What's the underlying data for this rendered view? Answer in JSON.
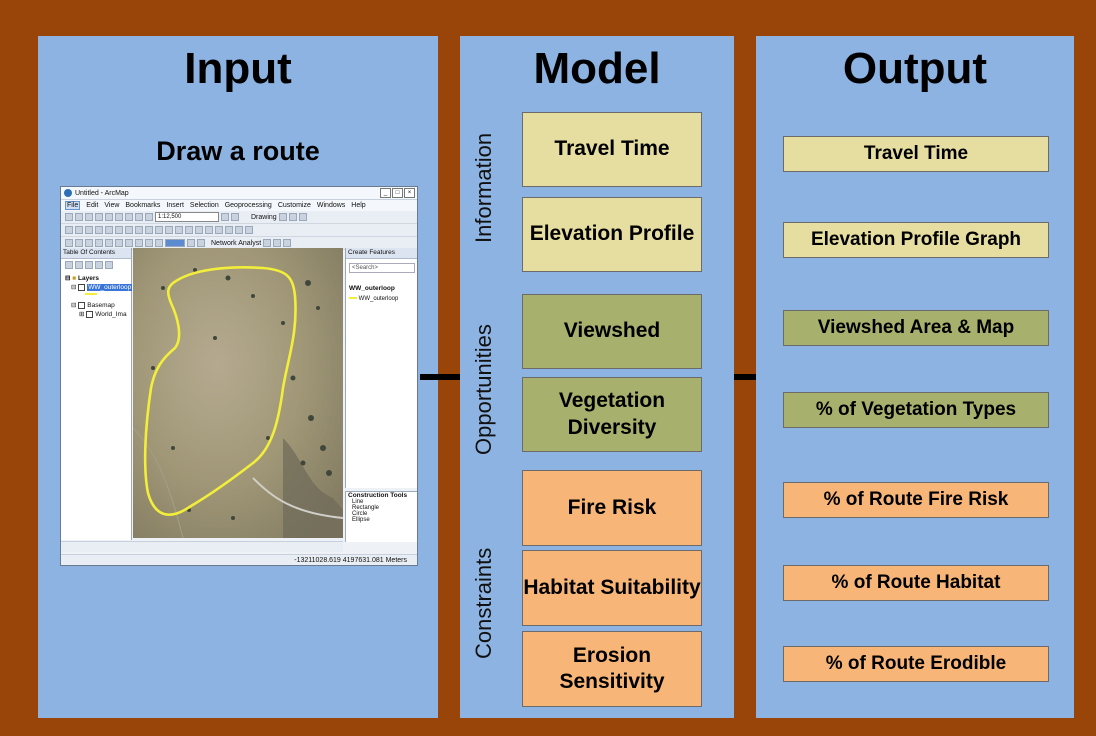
{
  "input": {
    "title": "Input",
    "subtitle": "Draw a route",
    "arcmap": {
      "window_title": "Untitled - ArcMap",
      "menu": [
        "File",
        "Edit",
        "View",
        "Bookmarks",
        "Insert",
        "Selection",
        "Geoprocessing",
        "Customize",
        "Windows",
        "Help"
      ],
      "scale": "1:12,500",
      "drawing_label": "Drawing",
      "network_analyst_label": "Network Analyst",
      "toc_title": "Table Of Contents",
      "toc_layers": "Layers",
      "toc_layer1": "WW_outerloop",
      "toc_basemap": "Basemap",
      "toc_world": "World_Ima",
      "create_features_title": "Create Features",
      "search_placeholder": "<Search>",
      "cf_template_group": "WW_outerloop",
      "cf_template_item": "WW_outerloop",
      "construction_tools_title": "Construction Tools",
      "tools": [
        "Line",
        "Rectangle",
        "Circle",
        "Ellipse"
      ],
      "coords": "-13211028.619  4197631.081 Meters"
    }
  },
  "model": {
    "title": "Model",
    "groups": [
      {
        "label": "Information",
        "boxes": [
          "Travel Time",
          "Elevation Profile"
        ]
      },
      {
        "label": "Opportunities",
        "boxes": [
          "Viewshed",
          "Vegetation Diversity"
        ]
      },
      {
        "label": "Constraints",
        "boxes": [
          "Fire Risk",
          "Habitat Suitability",
          "Erosion Sensitivity"
        ]
      }
    ]
  },
  "output": {
    "title": "Output",
    "items": [
      "Travel Time",
      "Elevation Profile Graph",
      "Viewshed Area & Map",
      "% of Vegetation Types",
      "% of Route Fire Risk",
      "% of Route Habitat",
      "% of Route Erodible"
    ]
  },
  "colors": {
    "background": "#994408",
    "panel": "#8db3e2",
    "information": "#e6dea0",
    "opportunities": "#a7b06c",
    "constraints": "#f8b578"
  }
}
